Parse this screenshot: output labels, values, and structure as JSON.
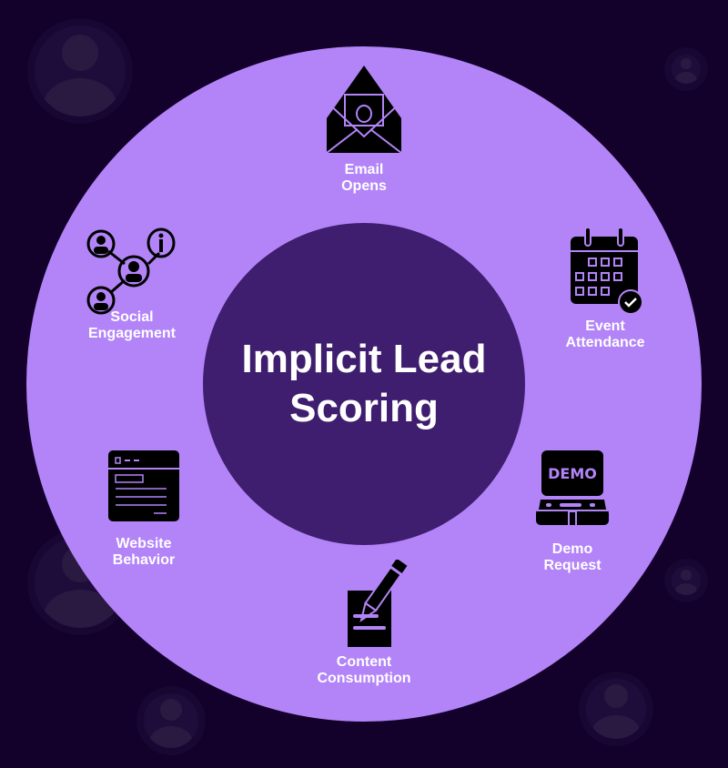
{
  "center": {
    "line1": "Implicit Lead",
    "line2": "Scoring"
  },
  "items": [
    {
      "line1": "Email",
      "line2": "Opens",
      "icon": "envelope-icon"
    },
    {
      "line1": "Event",
      "line2": "Attendance",
      "icon": "calendar-check-icon"
    },
    {
      "line1": "Demo",
      "line2": "Request",
      "icon": "demo-laptop-icon",
      "icon_text": "DEMO"
    },
    {
      "line1": "Content",
      "line2": "Consumption",
      "icon": "pencil-document-icon"
    },
    {
      "line1": "Website",
      "line2": "Behavior",
      "icon": "webpage-icon"
    },
    {
      "line1": "Social",
      "line2": "Engagement",
      "icon": "social-network-icon"
    }
  ],
  "colors": {
    "background": "#13002b",
    "ring": "#b384f8",
    "center": "#3f1d6f",
    "text": "#ffffff"
  }
}
